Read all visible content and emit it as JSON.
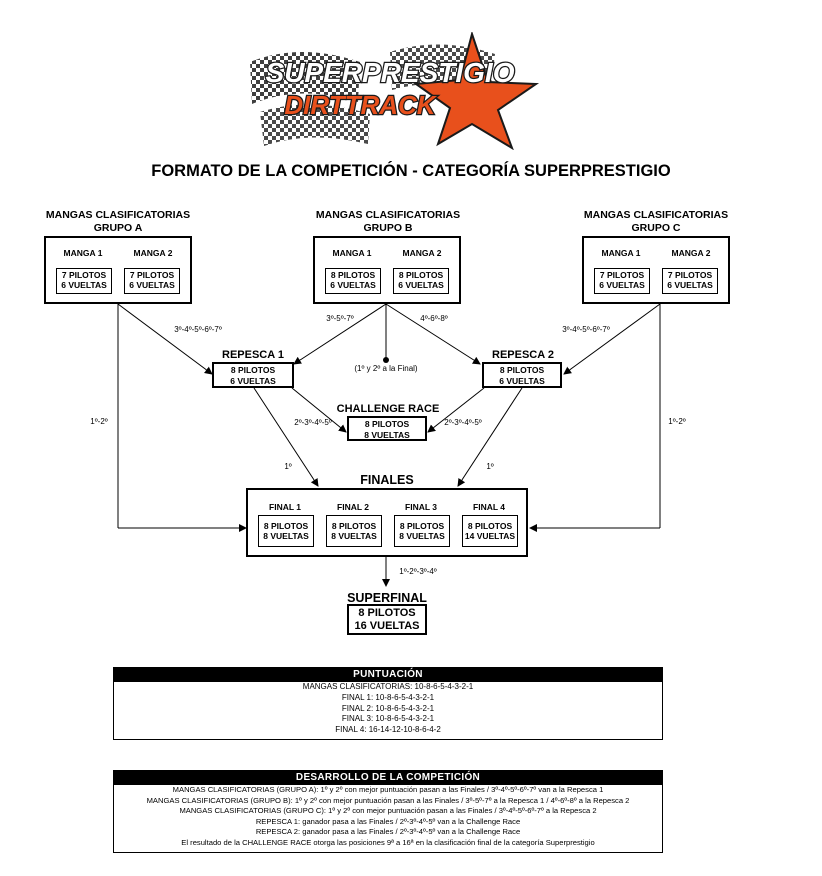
{
  "logo": {
    "line1": "SUPERPRESTIGIO",
    "line2": "DIRTTRACK"
  },
  "main_title": "FORMATO DE LA COMPETICIÓN - CATEGORÍA SUPERPRESTIGIO",
  "groups": [
    {
      "title1": "MANGAS CLASIFICATORIAS",
      "title2": "GRUPO A",
      "mangas": [
        {
          "label": "MANGA 1",
          "pilotos": "7 PILOTOS",
          "vueltas": "6 VUELTAS"
        },
        {
          "label": "MANGA 2",
          "pilotos": "7 PILOTOS",
          "vueltas": "6 VUELTAS"
        }
      ]
    },
    {
      "title1": "MANGAS CLASIFICATORIAS",
      "title2": "GRUPO B",
      "mangas": [
        {
          "label": "MANGA 1",
          "pilotos": "8 PILOTOS",
          "vueltas": "6 VUELTAS"
        },
        {
          "label": "MANGA 2",
          "pilotos": "8 PILOTOS",
          "vueltas": "6 VUELTAS"
        }
      ]
    },
    {
      "title1": "MANGAS CLASIFICATORIAS",
      "title2": "GRUPO C",
      "mangas": [
        {
          "label": "MANGA 1",
          "pilotos": "7 PILOTOS",
          "vueltas": "6 VUELTAS"
        },
        {
          "label": "MANGA 2",
          "pilotos": "7 PILOTOS",
          "vueltas": "6 VUELTAS"
        }
      ]
    }
  ],
  "repesca1": {
    "title": "REPESCA 1",
    "pilotos": "8 PILOTOS",
    "vueltas": "6 VUELTAS"
  },
  "repesca2": {
    "title": "REPESCA 2",
    "pilotos": "8 PILOTOS",
    "vueltas": "6 VUELTAS"
  },
  "challenge": {
    "title": "CHALLENGE RACE",
    "pilotos": "8 PILOTOS",
    "vueltas": "8 VUELTAS"
  },
  "finales": {
    "title": "FINALES",
    "items": [
      {
        "label": "FINAL 1",
        "pilotos": "8 PILOTOS",
        "vueltas": "8 VUELTAS"
      },
      {
        "label": "FINAL 2",
        "pilotos": "8 PILOTOS",
        "vueltas": "8 VUELTAS"
      },
      {
        "label": "FINAL 3",
        "pilotos": "8 PILOTOS",
        "vueltas": "8 VUELTAS"
      },
      {
        "label": "FINAL 4",
        "pilotos": "8 PILOTOS",
        "vueltas": "14 VUELTAS"
      }
    ]
  },
  "superfinal": {
    "title": "SUPERFINAL",
    "pilotos": "8 PILOTOS",
    "vueltas": "16 VUELTAS"
  },
  "labels": {
    "a_to_r1": "3º-4º-5º-6º-7º",
    "b_to_r1": "3º-5º-7º",
    "b_to_final": "(1º y 2º a la Final)",
    "b_to_r2": "4º-6º-8º",
    "c_to_r2": "3º-4º-5º-6º-7º",
    "a_to_final": "1º-2º",
    "c_to_final": "1º-2º",
    "r1_to_challenge": "2º-3º-4º-5º",
    "r2_to_challenge": "2º-3º-4º-5º",
    "r1_to_final": "1º",
    "r2_to_final": "1º",
    "finales_to_superfinal": "1º-2º-3º-4º"
  },
  "puntuacion": {
    "title": "PUNTUACIÓN",
    "rows": [
      "MANGAS CLASIFICATORIAS: 10-8-6-5-4-3-2-1",
      "FINAL 1: 10-8-6-5-4-3-2-1",
      "FINAL 2: 10-8-6-5-4-3-2-1",
      "FINAL 3: 10-8-6-5-4-3-2-1",
      "FINAL 4: 16-14-12-10-8-6-4-2"
    ]
  },
  "desarrollo": {
    "title": "DESARROLLO DE LA COMPETICIÓN",
    "rows": [
      "MANGAS CLASIFICATORIAS (GRUPO A): 1º y 2º con mejor puntuación pasan a las Finales / 3º-4º-5º-6º-7º van a la Repesca 1",
      "MANGAS CLASIFICATORIAS (GRUPO B): 1º y 2º con mejor puntuación pasan a las Finales / 3º-5º-7º a la Repesca 1 / 4º-6º-8º a la Repesca 2",
      "MANGAS CLASIFICATORIAS (GRUPO C): 1º y 2º con mejor puntuación pasan a las Finales / 3º-4º-5º-6º-7º a la Repesca 2",
      "REPESCA 1: ganador pasa a las Finales / 2º-3º-4º-5º van a la Challenge Race",
      "REPESCA 2: ganador pasa a las Finales / 2º-3º-4º-5º van a la Challenge Race",
      "El resultado de la CHALLENGE RACE otorga las posiciones 9ª a 16ª en la clasificación final de la categoría Superprestigio"
    ]
  },
  "colors": {
    "logo_orange": "#e8501c",
    "logo_dark": "#1a1a1a",
    "checker": "#2a2a2a",
    "line": "#000000"
  }
}
